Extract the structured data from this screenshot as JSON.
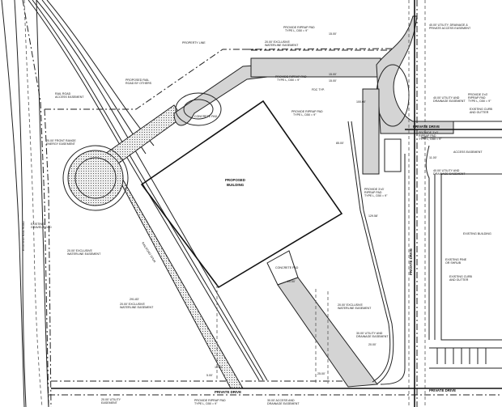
{
  "drawing": {
    "type": "site plan",
    "labels": {
      "proposed_building": [
        "PROPOSED",
        "BUILDING"
      ],
      "property_line": "PROPERTY LINE",
      "proposed_rail": [
        "PROPOSED RAIL",
        "ROAD BY OTHERS"
      ],
      "rail_road_easement": [
        "RAIL ROAD",
        "ACCESS EASEMENT"
      ],
      "front_range_easement": [
        "20.00' FRONT RANGE",
        "ENERGY EASEMENT"
      ],
      "concrete_pad_top": "CONCRETE PAD",
      "concrete_pad_bottom": "CONCRETE PAD",
      "existing_gravel_road": [
        "EXISTING",
        "GRAVEL ROAD"
      ],
      "waterline_easement_left": [
        "20.00' EXCLUSIVE",
        "WATERLINE EASEMENT"
      ],
      "waterline_easement_mid": [
        "20.00' EXCLUSIVE",
        "WATERLINE EASEMENT"
      ],
      "waterline_easement_right": [
        "20.00' EXCLUSIVE",
        "WATERLINE EASEMENT"
      ],
      "waterline_easement_top": [
        "20.00' EXCLUSIVE",
        "WATERLINE EASEMENT"
      ],
      "utility_easement_bottom": [
        "20.00' UTILITY",
        "EASEMENT"
      ],
      "utility_drainage_easement": [
        "30.00' UTILITY AND",
        "DRAINAGE EASEMENT"
      ],
      "access_drainage_easement": [
        "30.00' ACCESS AND",
        "DRAINAGE EASEMENT"
      ],
      "utility_drainage_access_top": [
        "40.00' UTILITY, DRAINAGE &",
        "PRIVATE ACCESS EASEMENT"
      ],
      "utility_drainage_right": [
        "40.00' UTILITY AND",
        "DRAINAGE EASEMENT"
      ],
      "utility_drainage_right2": [
        "40.00' UTILITY AND",
        "DRAINAGE EASEMENT"
      ],
      "access_easement": "ACCESS EASEMENT",
      "riprap_1": [
        "PROVIDE RIPRAP PAD",
        "TYPE L, D50 = 9\""
      ],
      "riprap_2": [
        "PROVIDE RIPRAP PAD",
        "TYPE L, D50 = 9\""
      ],
      "riprap_3": [
        "PROVIDE RIPRAP PAD",
        "TYPE L, D50 = 9\""
      ],
      "riprap_4": [
        "PROVIDE 3'x3'",
        "RIPRAP PAD",
        "TYPE L, D50 = 9\""
      ],
      "riprap_5": [
        "PROVIDE 3'x3'",
        "RIPRAP PAD",
        "TYPE L, D50 = 9\""
      ],
      "riprap_6": [
        "PROVIDE 3'x3'",
        "RIPRAP PAD",
        "TYPE L, D50 = 9\""
      ],
      "riprap_bottom": [
        "PROVIDE RIPRAP PAD",
        "TYPE L, D50 = 9\""
      ],
      "private_drive_vertical": "PRIVATE DRIVE",
      "private_drive_right": "PRIVATE DRIVE",
      "private_drive_bottom": "PRIVATE DRIVE",
      "private_drive_bottom_right": "PRIVATE DRIVE",
      "existing_building": "EXISTING BUILDING",
      "existing_pine": [
        "EXISTING PINE",
        "OR SHRUB"
      ],
      "existing_curb": [
        "EXISTING CURB",
        "AND GUTTER"
      ],
      "existing_curb_top": [
        "EXISTING CURB",
        "AND GUTTER"
      ],
      "existing_rail_road": "EXISTING RAIL ROAD",
      "railroad_spur": "RAILROAD SPUR",
      "fdc": "FDC TYP.",
      "dims": [
        "15.00'",
        "15.00'",
        "15.00'",
        "291.83'",
        "129.58'",
        "20.00'",
        "100.00'",
        "85.00'",
        "5.00'",
        "10.00'",
        "25.00'",
        "11.00'",
        "20.00'"
      ]
    },
    "colors": {
      "line": "#222222",
      "hatch_fill": "#d4d4d4",
      "background": "#ffffff"
    }
  }
}
